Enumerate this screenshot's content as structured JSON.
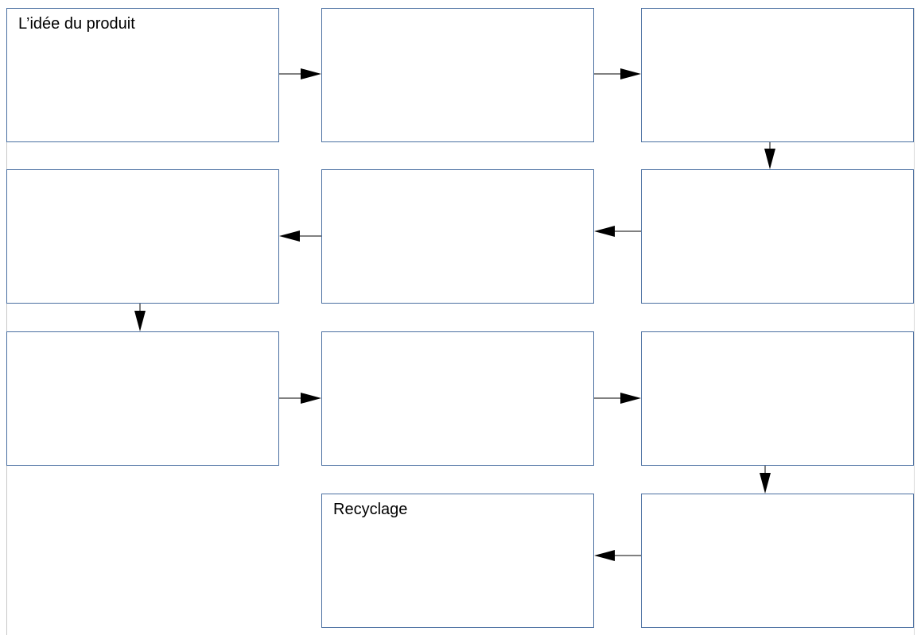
{
  "diagram": {
    "boxes": [
      {
        "id": "b1",
        "label": "L’idée du produit"
      },
      {
        "id": "b2",
        "label": ""
      },
      {
        "id": "b3",
        "label": ""
      },
      {
        "id": "b4",
        "label": ""
      },
      {
        "id": "b5",
        "label": ""
      },
      {
        "id": "b6",
        "label": ""
      },
      {
        "id": "b7",
        "label": ""
      },
      {
        "id": "b8",
        "label": ""
      },
      {
        "id": "b9",
        "label": ""
      },
      {
        "id": "b10",
        "label": ""
      },
      {
        "id": "b11",
        "label": "Recyclage"
      }
    ],
    "colors": {
      "box_border": "#4a6fa1",
      "arrow": "#000000"
    }
  }
}
